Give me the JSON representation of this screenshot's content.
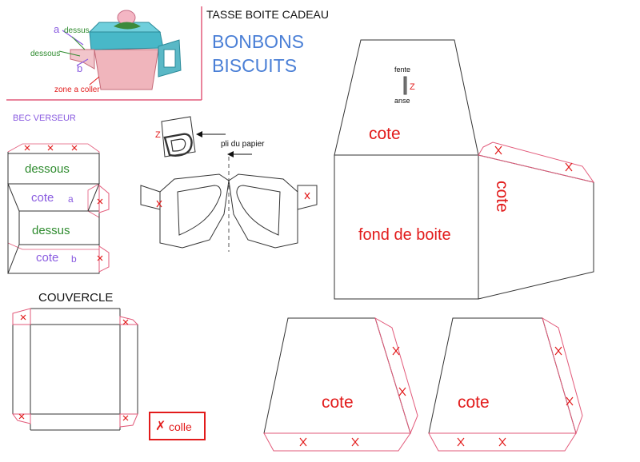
{
  "title": "TASSE BOITE CADEAU",
  "subtitle_lines": [
    "BONBONS",
    "BISCUITS"
  ],
  "photo_labels": {
    "a": "a",
    "dessus": "dessus",
    "dessous": "dessous",
    "b": "b",
    "zone": "zone a coller"
  },
  "section_labels": {
    "bec_verseur": "BEC VERSEUR",
    "couvercle": "COUVERCLE",
    "pli_du_papier": "pli du papier"
  },
  "spout_panels": {
    "dessous": "dessous",
    "cote_a": "cote",
    "a": "a",
    "dessus": "dessus",
    "cote_b": "cote",
    "b": "b"
  },
  "handle": {
    "z": "Z"
  },
  "fente": {
    "top": "fente",
    "bottom": "anse",
    "z": "Z"
  },
  "box_labels": {
    "cote_top": "cote",
    "fond": "fond de boite",
    "cote_right": "cote",
    "cote_bottom_left": "cote",
    "cote_bottom_right": "cote"
  },
  "legend": {
    "mark": "✗",
    "label": "colle"
  },
  "colors": {
    "red": "#e21b1b",
    "green": "#2e8b2e",
    "purple": "#8a5ce0",
    "blue": "#4a7fd6",
    "line": "#333333",
    "cyan_lid": "#48b8c8",
    "pink_cup": "#e8a0a8"
  }
}
